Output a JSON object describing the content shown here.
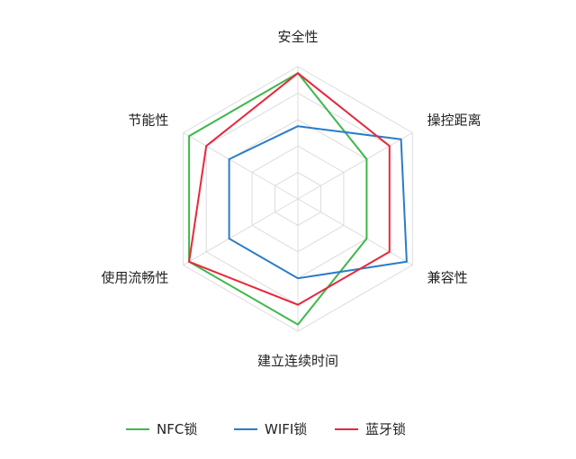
{
  "chart_data": {
    "type": "radar",
    "indicators": [
      {
        "name": "安全性",
        "max": 100
      },
      {
        "name": "操控距离",
        "max": 100
      },
      {
        "name": "兼容性",
        "max": 100
      },
      {
        "name": "建立连续时间",
        "max": 100
      },
      {
        "name": "使用流畅性",
        "max": 100
      },
      {
        "name": "节能性",
        "max": 100
      }
    ],
    "levels": 5,
    "grid": true,
    "legend_position": "bottom",
    "series": [
      {
        "name": "NFC锁",
        "color": "#3db84a",
        "values": [
          95,
          60,
          60,
          95,
          95,
          95
        ]
      },
      {
        "name": "WIFI锁",
        "color": "#2a7cc7",
        "values": [
          55,
          90,
          95,
          60,
          60,
          60
        ]
      },
      {
        "name": "蓝牙锁",
        "color": "#e8283b",
        "values": [
          95,
          80,
          80,
          80,
          95,
          80
        ]
      }
    ]
  }
}
